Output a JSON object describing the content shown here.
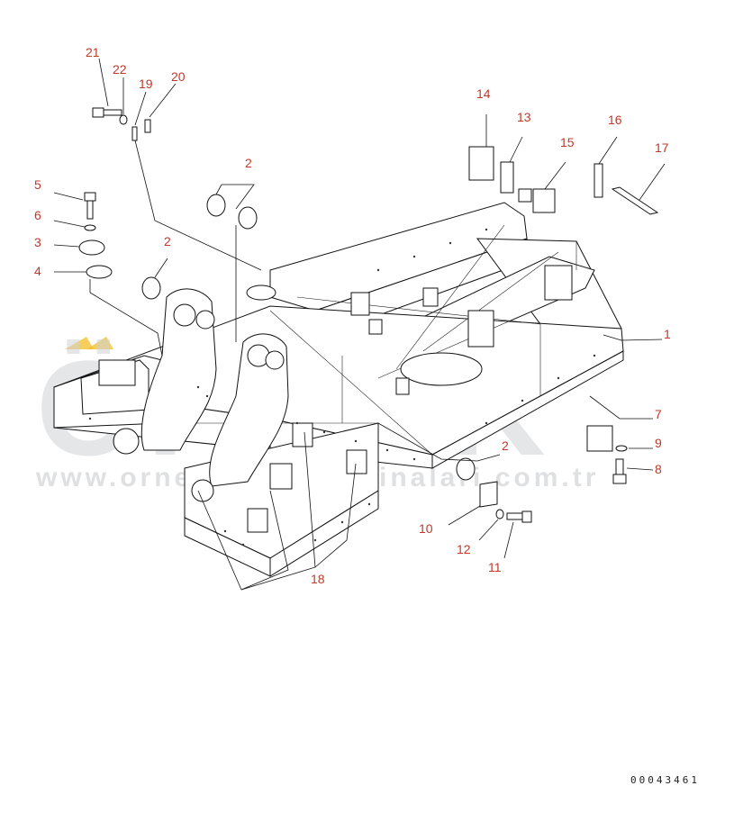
{
  "diagram": {
    "callouts": [
      {
        "id": "c21",
        "label": "21"
      },
      {
        "id": "c22",
        "label": "22"
      },
      {
        "id": "c19",
        "label": "19"
      },
      {
        "id": "c20",
        "label": "20"
      },
      {
        "id": "c5",
        "label": "5"
      },
      {
        "id": "c6",
        "label": "6"
      },
      {
        "id": "c3",
        "label": "3"
      },
      {
        "id": "c4",
        "label": "4"
      },
      {
        "id": "c2a",
        "label": "2"
      },
      {
        "id": "c2b",
        "label": "2"
      },
      {
        "id": "c2c",
        "label": "2"
      },
      {
        "id": "c14",
        "label": "14"
      },
      {
        "id": "c13",
        "label": "13"
      },
      {
        "id": "c15",
        "label": "15"
      },
      {
        "id": "c16",
        "label": "16"
      },
      {
        "id": "c17",
        "label": "17"
      },
      {
        "id": "c1",
        "label": "1"
      },
      {
        "id": "c7",
        "label": "7"
      },
      {
        "id": "c9",
        "label": "9"
      },
      {
        "id": "c8",
        "label": "8"
      },
      {
        "id": "c10",
        "label": "10"
      },
      {
        "id": "c12",
        "label": "12"
      },
      {
        "id": "c11",
        "label": "11"
      },
      {
        "id": "c18",
        "label": "18"
      }
    ],
    "document_number": "00043461"
  },
  "watermark": {
    "brand": "ÖRNEK",
    "url": "www.ornekparkinmakinalari.com.tr",
    "accent_color": "#f2c233"
  }
}
